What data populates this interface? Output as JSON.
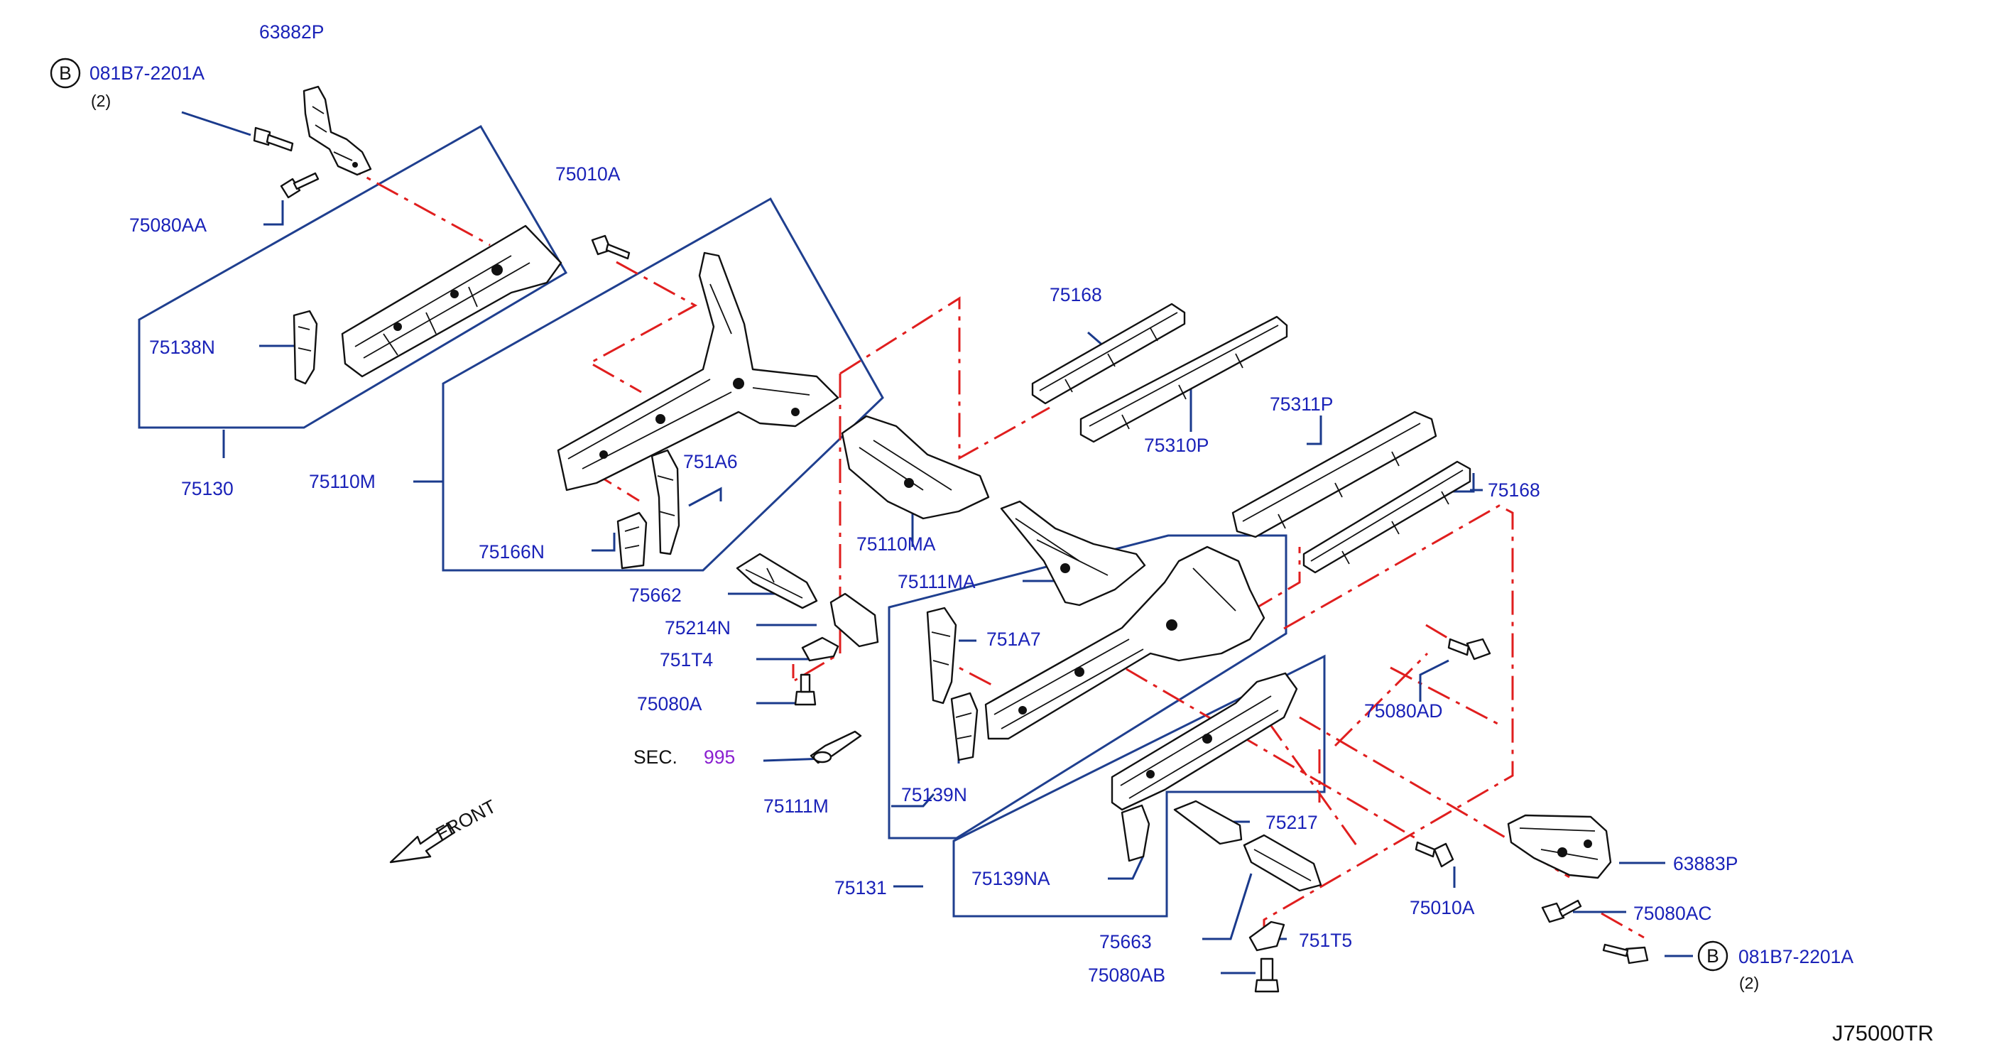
{
  "diagram": {
    "code": "J75000TR",
    "front_label": "FRONT",
    "section_ref": {
      "prefix": "SEC.",
      "number": "995"
    },
    "bolt_spec_symbol": "B",
    "labels": {
      "p63882P": "63882P",
      "p081B7_left": "081B7-2201A",
      "qty_left": "(2)",
      "p75080AA": "75080AA",
      "p75138N": "75138N",
      "p75130": "75130",
      "p75010A_top": "75010A",
      "p75110M": "75110M",
      "p751A6": "751A6",
      "p75166N": "75166N",
      "p75168_top": "75168",
      "p75310P": "75310P",
      "p75311P": "75311P",
      "p75168_right": "75168",
      "p75110MA": "75110MA",
      "p75111MA": "75111MA",
      "p75662": "75662",
      "p75214N": "75214N",
      "p751T4": "751T4",
      "p75080A": "75080A",
      "p751A7": "751A7",
      "p75139N": "75139N",
      "p75111M": "75111M",
      "p75131": "75131",
      "p75139NA": "75139NA",
      "p75217": "75217",
      "p75663": "75663",
      "p751T5": "751T5",
      "p75080AB": "75080AB",
      "p75080AD": "75080AD",
      "p75010A_right": "75010A",
      "p63883P": "63883P",
      "p75080AC": "75080AC",
      "p081B7_right": "081B7-2201A",
      "qty_right": "(2)"
    }
  }
}
